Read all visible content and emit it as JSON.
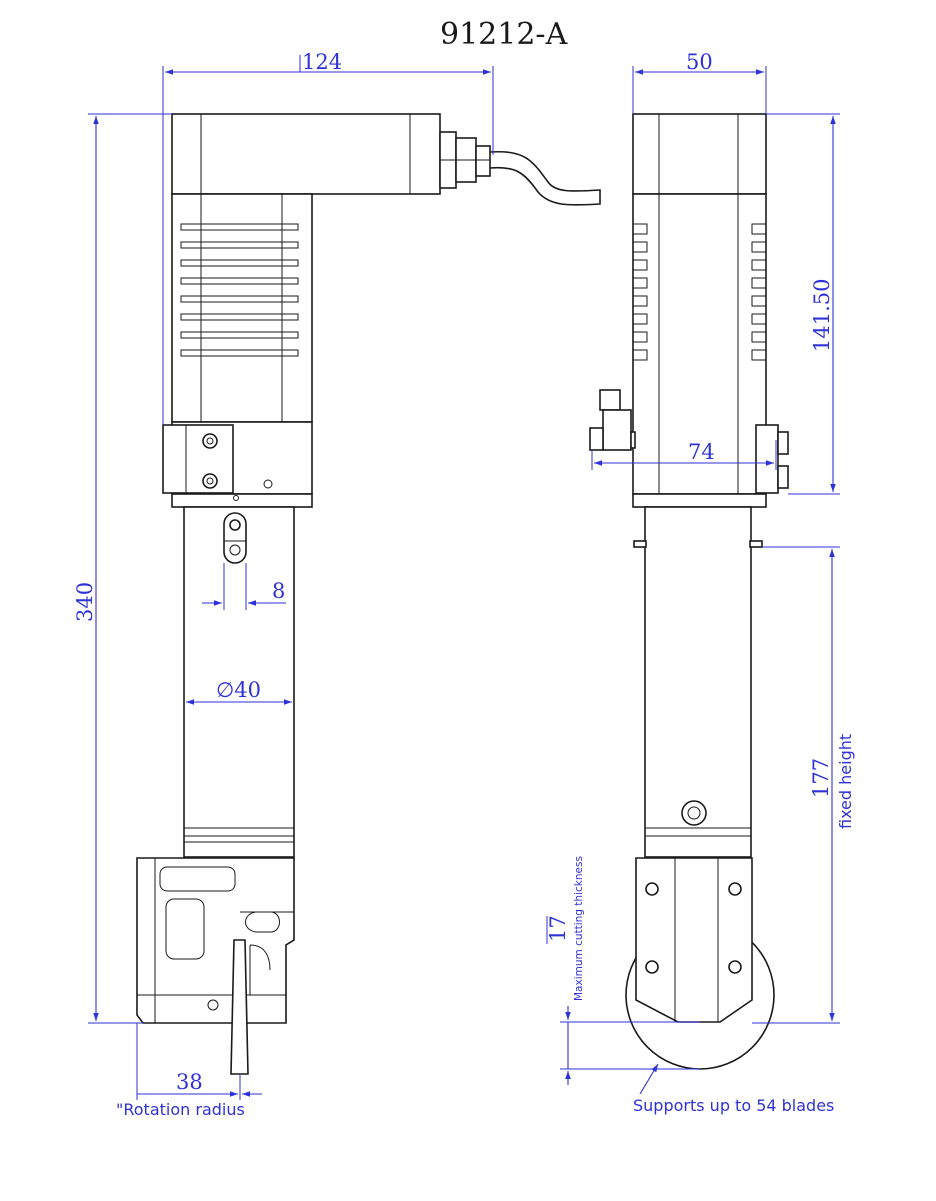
{
  "title": "91212-A",
  "colors": {
    "line": "#1a1a1a",
    "dimension": "#2f32d8"
  },
  "dimensions": {
    "width_front": "124",
    "width_side": "50",
    "total_height": "340",
    "upper_height": "141.50",
    "slot_width": "8",
    "diameter": "∅40",
    "valve_offset": "74",
    "fixed_height_value": "177",
    "fixed_height_label": "fixed height",
    "cutting_thickness_value": "17",
    "cutting_thickness_label": "Maximum cutting thickness",
    "rotation_radius_value": "38",
    "rotation_radius_label": "\"Rotation radius"
  },
  "notes": {
    "blades": "Supports up to 54 blades"
  }
}
